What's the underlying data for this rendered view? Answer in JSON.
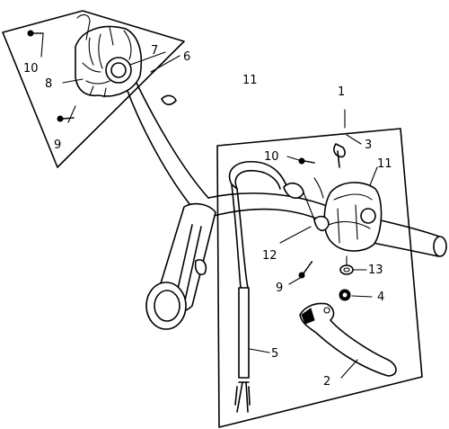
{
  "callouts": {
    "c1": "1",
    "c2": "2",
    "c3": "3",
    "c4": "4",
    "c5": "5",
    "c6": "6",
    "c7": "7",
    "c8": "8",
    "c9_left": "9",
    "c9_right": "9",
    "c10_left": "10",
    "c10_right": "10",
    "c11_top": "11",
    "c11_right": "11",
    "c12": "12",
    "c13": "13"
  }
}
